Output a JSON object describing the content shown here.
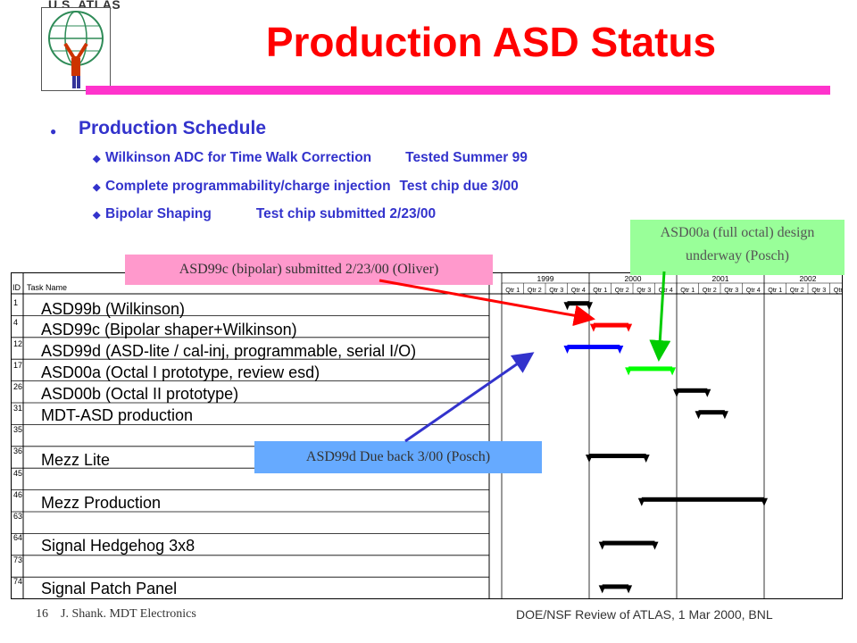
{
  "logo": {
    "text": "U.S. ATLAS"
  },
  "title": "Production ASD Status",
  "schedule": {
    "heading": "Production Schedule",
    "items": [
      {
        "left": "Wilkinson ADC for Time Walk Correction",
        "right": "Tested Summer 99"
      },
      {
        "left": "Complete programmability/charge injection",
        "right": "Test chip due 3/00"
      },
      {
        "left": "Bipolar Shaping",
        "right": "Test chip submitted 2/23/00"
      }
    ]
  },
  "notes": {
    "asd99c": "ASD99c (bipolar) submitted 2/23/00 (Oliver)",
    "asd00a_line1": "ASD00a (full octal) design",
    "asd00a_line2": "underway (Posch)",
    "asd99d": "ASD99d Due back 3/00 (Posch)"
  },
  "gantt": {
    "col_id": "ID",
    "col_task": "Task Name",
    "years": [
      "1999",
      "2000",
      "2001",
      "2002"
    ],
    "quarters": [
      "Qtr 1",
      "Qtr 2",
      "Qtr 3",
      "Qtr 4"
    ],
    "rows": [
      {
        "id": "1",
        "task": "ASD99b (Wilkinson)"
      },
      {
        "id": "4",
        "task": "ASD99c (Bipolar shaper+Wilkinson)"
      },
      {
        "id": "12",
        "task": "ASD99d (ASD-lite / cal-inj, programmable, serial I/O)"
      },
      {
        "id": "17",
        "task": "ASD00a (Octal I prototype, review esd)"
      },
      {
        "id": "26",
        "task": "ASD00b (Octal II prototype)"
      },
      {
        "id": "31",
        "task": "MDT-ASD production"
      },
      {
        "id": "35",
        "task": ""
      },
      {
        "id": "36",
        "task": "Mezz Lite"
      },
      {
        "id": "45",
        "task": ""
      },
      {
        "id": "46",
        "task": "Mezz Production"
      },
      {
        "id": "63",
        "task": ""
      },
      {
        "id": "64",
        "task": "Signal Hedgehog 3x8"
      },
      {
        "id": "73",
        "task": ""
      },
      {
        "id": "74",
        "task": "Signal Patch Panel"
      }
    ],
    "bars": [
      {
        "row": 0,
        "start": 1999.75,
        "end": 2000.0,
        "color": "#000000"
      },
      {
        "row": 1,
        "start": 2000.05,
        "end": 2000.45,
        "color": "#ff0000"
      },
      {
        "row": 2,
        "start": 1999.75,
        "end": 2000.35,
        "color": "#0000ff"
      },
      {
        "row": 3,
        "start": 2000.45,
        "end": 2000.95,
        "color": "#00ff00"
      },
      {
        "row": 4,
        "start": 2001.0,
        "end": 2001.35,
        "color": "#000000"
      },
      {
        "row": 5,
        "start": 2001.25,
        "end": 2001.55,
        "color": "#000000"
      },
      {
        "row": 7,
        "start": 2000.0,
        "end": 2000.65,
        "color": "#000000"
      },
      {
        "row": 9,
        "start": 2000.6,
        "end": 2002.0,
        "color": "#000000"
      },
      {
        "row": 11,
        "start": 2000.15,
        "end": 2000.75,
        "color": "#000000"
      },
      {
        "row": 13,
        "start": 2000.15,
        "end": 2000.45,
        "color": "#000000"
      }
    ]
  },
  "footer": {
    "page": "16",
    "author": "J. Shank. MDT Electronics",
    "event": "DOE/NSF Review of ATLAS, 1 Mar 2000, BNL"
  },
  "colors": {
    "title": "#ff0000",
    "rule": "#ff33cc",
    "text": "#3333cc"
  }
}
